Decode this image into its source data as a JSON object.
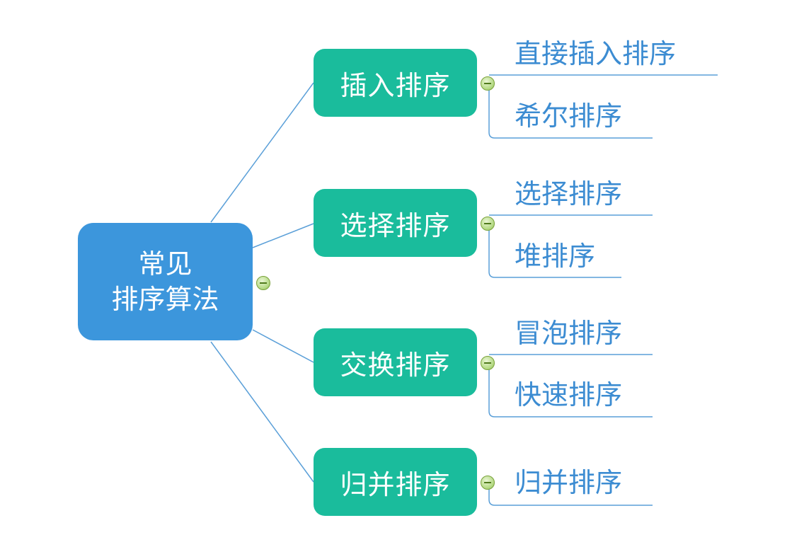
{
  "colors": {
    "root_fill": "#3c96dc",
    "branch_fill": "#1abc9c",
    "leaf_text": "#3c8cd2",
    "connector": "#5a9fd8"
  },
  "root": {
    "line1": "常见",
    "line2": "排序算法"
  },
  "branches": [
    {
      "label": "插入排序",
      "leaves": [
        "直接插入排序",
        "希尔排序"
      ]
    },
    {
      "label": "选择排序",
      "leaves": [
        "选择排序",
        "堆排序"
      ]
    },
    {
      "label": "交换排序",
      "leaves": [
        "冒泡排序",
        "快速排序"
      ]
    },
    {
      "label": "归并排序",
      "leaves": [
        "归并排序"
      ]
    }
  ]
}
